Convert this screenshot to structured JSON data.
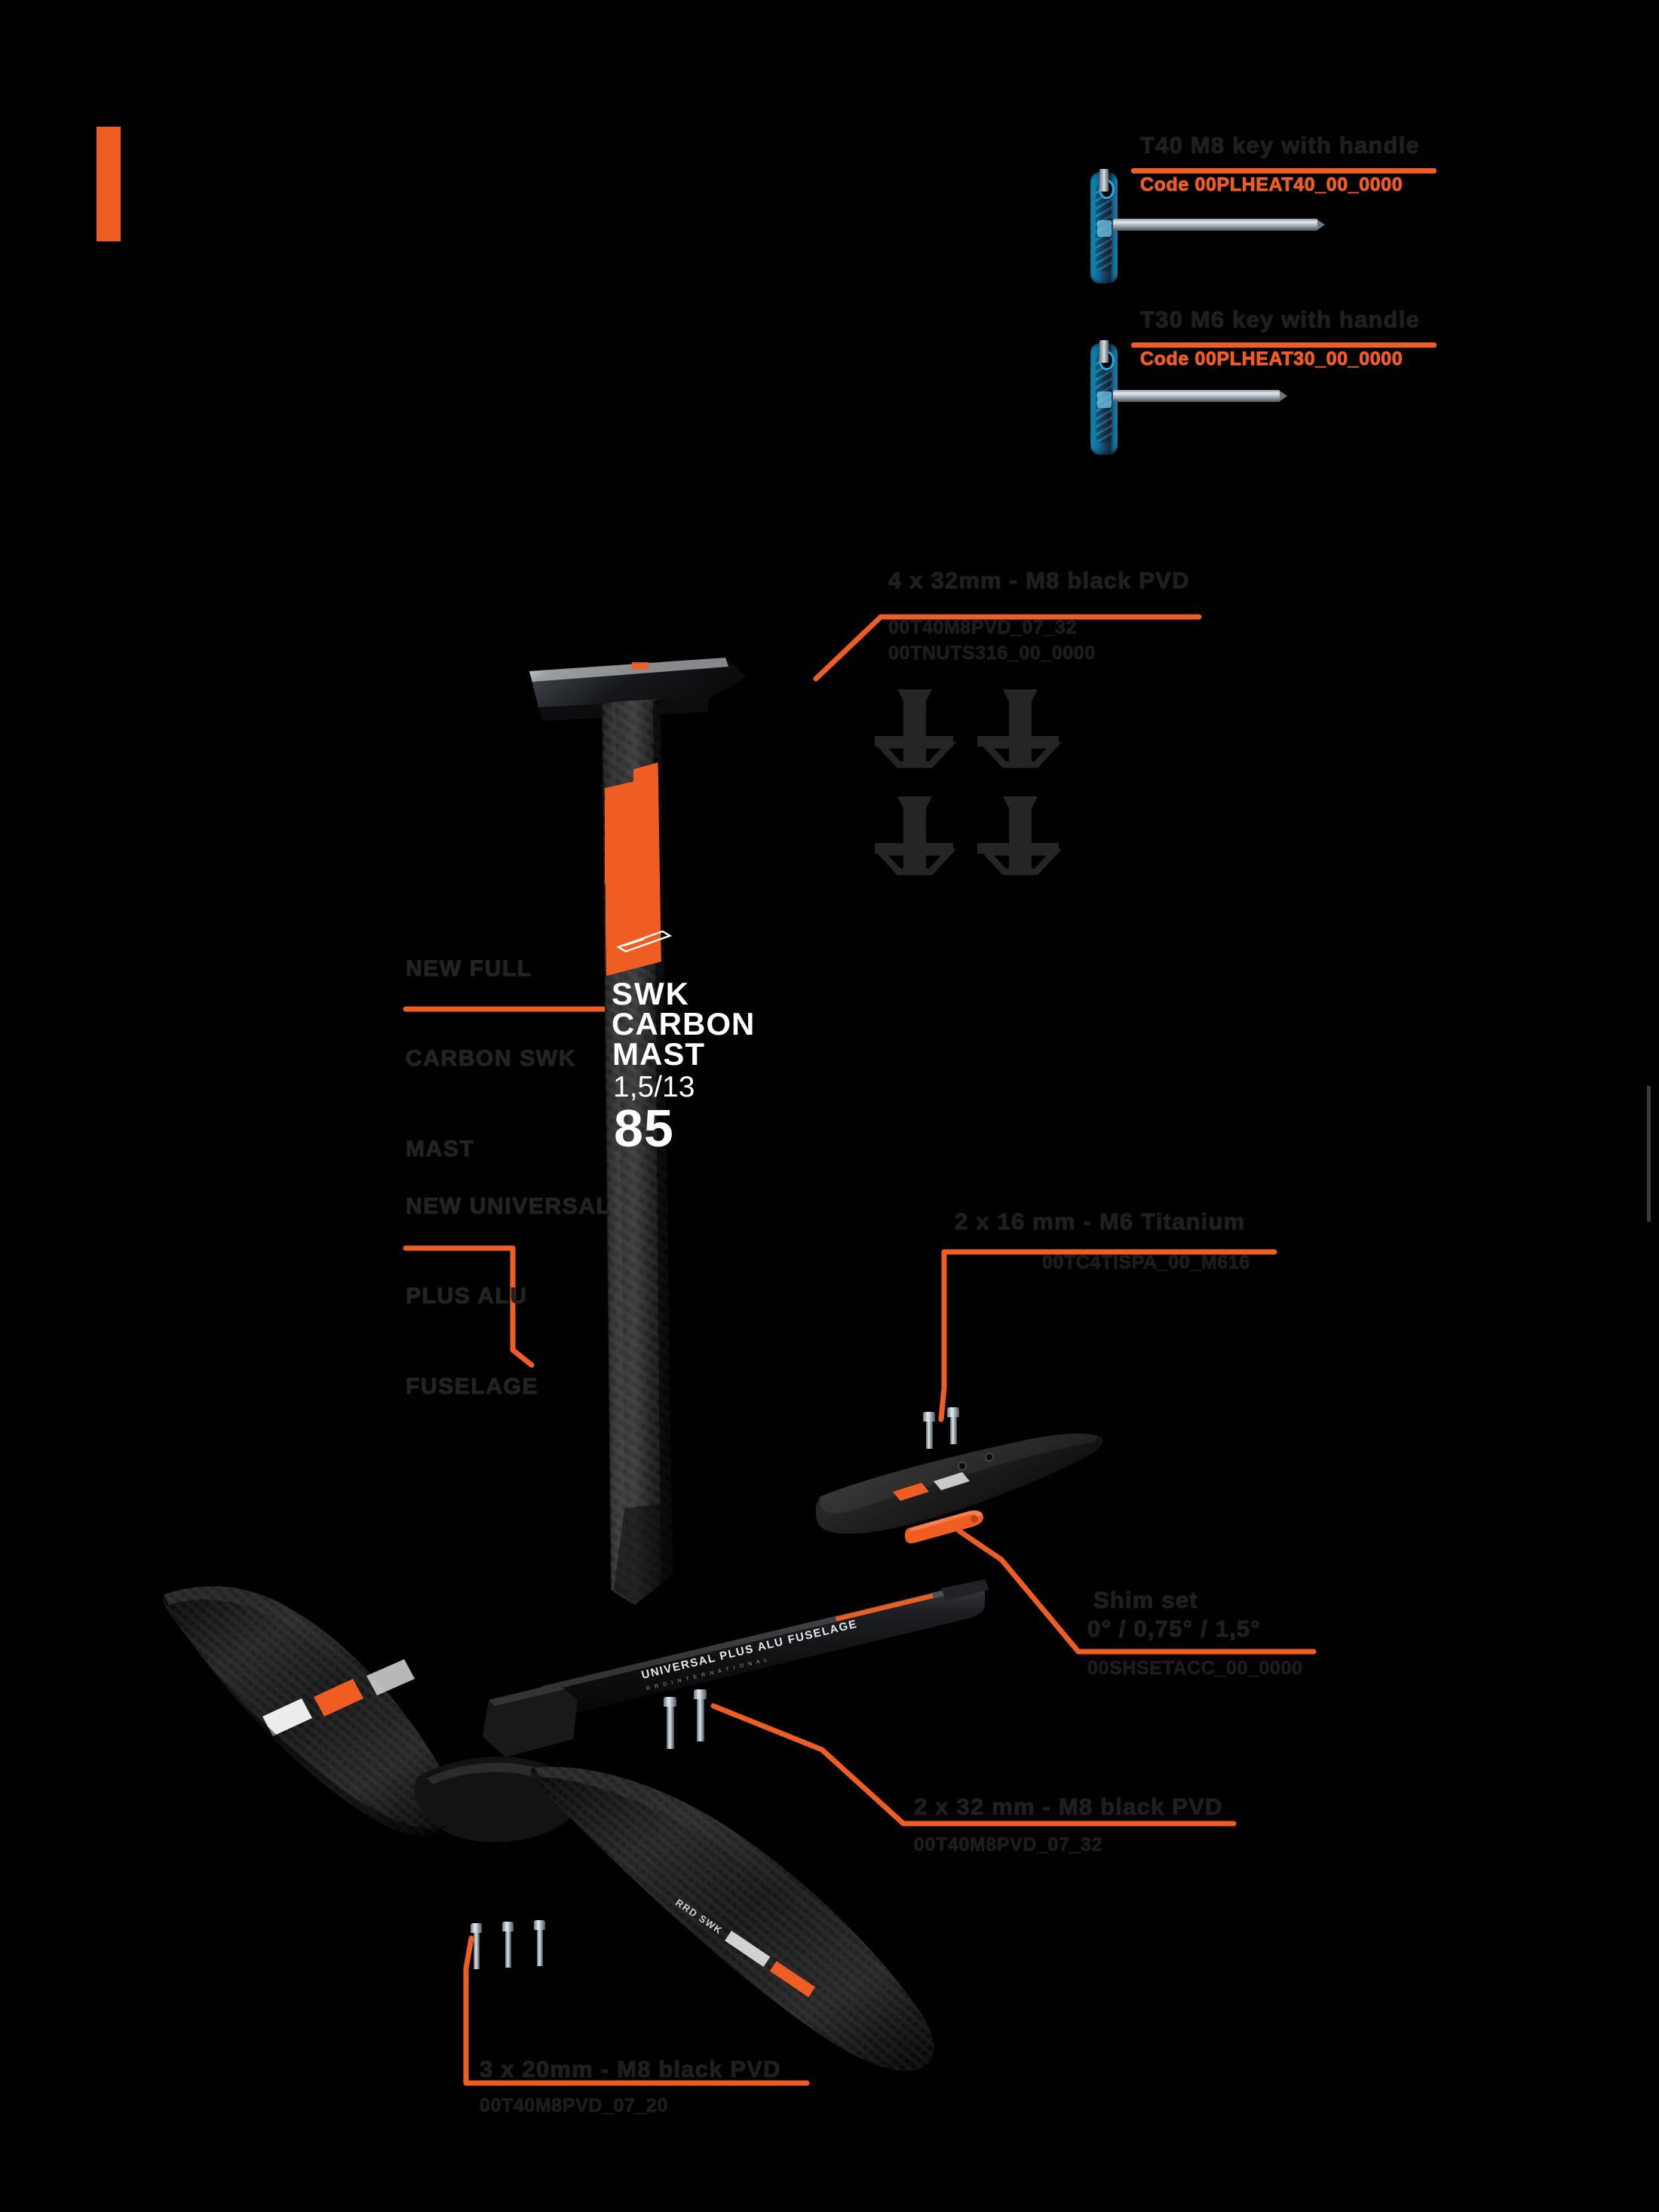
{
  "page": {
    "background": "#000000",
    "accent_color": "#ef5d23",
    "label_color": "#1f1f1f"
  },
  "tools": [
    {
      "id": "t40-key",
      "title": "T40 M8 key with handle",
      "code": "Code 00PLHEAT40_00_0000",
      "icon": "t-handle-hex-key"
    },
    {
      "id": "t30-key",
      "title": "T30 M6 key with handle",
      "code": "Code 00PLHEAT30_00_0000",
      "icon": "t-handle-hex-key"
    }
  ],
  "callouts": [
    {
      "id": "mast-screws",
      "title": "4 x 32mm - M8 black PVD",
      "codes": [
        "00T40M8PVD_07_32",
        "00TNUTS316_00_0000"
      ],
      "title_color": "#1f1f1f",
      "code_color": "#1c1c1c"
    },
    {
      "id": "stabilizer-screws",
      "title": "2 x 16 mm - M6 Titanium",
      "codes": [
        "00TC4TISPA_00_M616"
      ],
      "title_color": "#1f1f1f",
      "code_color": "#1c1c1c"
    },
    {
      "id": "shim-set",
      "title": "Shim set",
      "subtitle": "0° / 0,75° / 1,5°",
      "codes": [
        "00SHSETACC_00_0000"
      ],
      "title_color": "#1f1f1f",
      "code_color": "#1c1c1c"
    },
    {
      "id": "fuselage-screws",
      "title": "2 x 32 mm - M8 black PVD",
      "codes": [
        "00T40M8PVD_07_32"
      ],
      "title_color": "#1f1f1f",
      "code_color": "#1c1c1c"
    },
    {
      "id": "wing-screws",
      "title": "3 x 20mm - M8 black PVD",
      "codes": [
        "00T40M8PVD_07_20"
      ],
      "title_color": "#1f1f1f",
      "code_color": "#1c1c1c"
    }
  ],
  "feature_labels": [
    {
      "id": "mast-feature",
      "lines": [
        "NEW FULL",
        "CARBON SWK",
        "MAST"
      ]
    },
    {
      "id": "fuselage-feature",
      "lines": [
        "NEW UNIVERSAL",
        "PLUS ALU",
        "FUSELAGE"
      ]
    }
  ],
  "product_graphics": {
    "mast": {
      "brand": "RRD",
      "name_lines": [
        "SWK",
        "CARBON",
        "MAST"
      ],
      "size": "1,5/13",
      "length": "85",
      "stripe_color": "#ef5d23",
      "body_color": "#1b1b1b"
    },
    "fuselage": {
      "text": "UNIVERSAL PLUS ALU FUSELAGE",
      "accent_color": "#ef5d23"
    },
    "front_wing": {
      "accent_color": "#ef5d23",
      "body_color": "#141414"
    },
    "stabilizer": {
      "accent_color": "#ef5d23",
      "body_color": "#141414"
    },
    "shim": {
      "color": "#ef5d23"
    }
  }
}
